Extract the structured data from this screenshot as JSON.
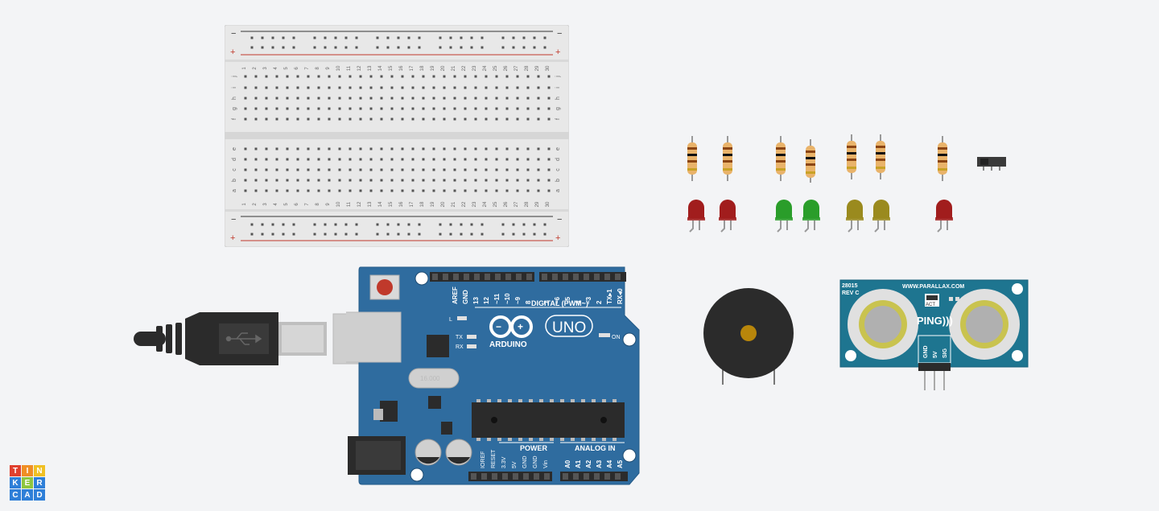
{
  "breadboard": {
    "minus": "−",
    "plus": "+",
    "row_letters_top": [
      "j",
      "i",
      "h",
      "g",
      "f"
    ],
    "row_letters_bottom": [
      "e",
      "d",
      "c",
      "b",
      "a"
    ],
    "columns": 30
  },
  "arduino": {
    "brand": "ARDUINO",
    "model": "UNO",
    "digital_label": "DIGITAL (PWM~)",
    "power_label": "POWER",
    "analog_label": "ANALOG IN",
    "on_label": "ON",
    "l_label": "L",
    "tx_label": "TX",
    "rx_label": "RX",
    "crystal_label": "16.000",
    "top_pins": [
      "AREF",
      "GND",
      "13",
      "12",
      "~11",
      "~10",
      "~9",
      "8",
      "7",
      "~6",
      "~5",
      "4",
      "~3",
      "2",
      "TX▸1",
      "RX◂0"
    ],
    "power_pins": [
      "IOREF",
      "RESET",
      "3.3V",
      "5V",
      "GND",
      "GND",
      "Vin"
    ],
    "analog_pins": [
      "A0",
      "A1",
      "A2",
      "A3",
      "A4",
      "A5"
    ]
  },
  "ping_sensor": {
    "part_no": "28015",
    "rev": "REV C",
    "url": "WWW.PARALLAX.COM",
    "act": "ACT",
    "name": "PING)))",
    "pins": [
      "GND",
      "5V",
      "SIG"
    ]
  },
  "leds": [
    {
      "color": "#a11d1d"
    },
    {
      "color": "#a11d1d"
    },
    {
      "color": "#2a9d2a"
    },
    {
      "color": "#2a9d2a"
    },
    {
      "color": "#9a8a1e"
    },
    {
      "color": "#9a8a1e"
    },
    {
      "color": "#a11d1d"
    }
  ],
  "logo": {
    "letters": [
      "T",
      "I",
      "N",
      "K",
      "E",
      "R",
      "C",
      "A",
      "D"
    ],
    "colors": [
      "#e0402e",
      "#f08e24",
      "#f0c023",
      "#2e7fd8",
      "#8ec63f",
      "#2e7fd8",
      "#2e7fd8",
      "#2e7fd8",
      "#2e7fd8"
    ]
  },
  "colors": {
    "board_blue": "#2f6c9f",
    "header_black": "#2b2b2b",
    "canvas": "#f3f4f6"
  }
}
